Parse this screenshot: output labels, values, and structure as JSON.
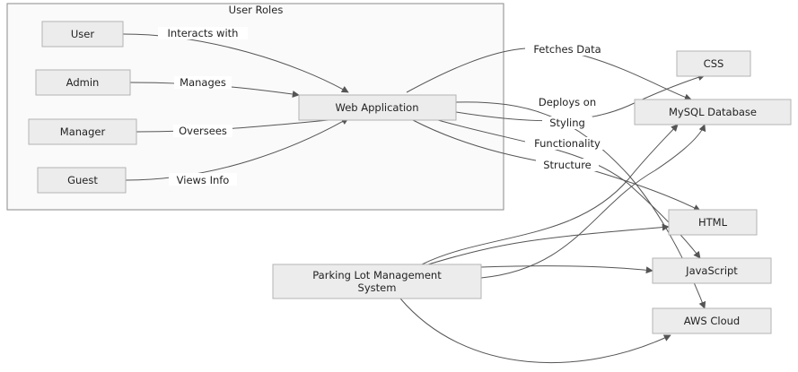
{
  "cluster": {
    "title": "User Roles"
  },
  "nodes": {
    "user": "User",
    "admin": "Admin",
    "manager": "Manager",
    "guest": "Guest",
    "webapp": "Web Application",
    "css": "CSS",
    "mysql": "MySQL Database",
    "html": "HTML",
    "javascript": "JavaScript",
    "aws": "AWS Cloud",
    "parking_line1": "Parking Lot Management",
    "parking_line2": "System"
  },
  "edge_labels": {
    "interacts": "Interacts with",
    "manages": "Manages",
    "oversees": "Oversees",
    "views": "Views Info",
    "fetches": "Fetches Data",
    "deploys": "Deploys on",
    "styling": "Styling",
    "functionality": "Functionality",
    "structure": "Structure"
  },
  "colors": {
    "node_fill": "#ececec",
    "node_stroke": "#b3b3b3",
    "edge": "#555555"
  }
}
